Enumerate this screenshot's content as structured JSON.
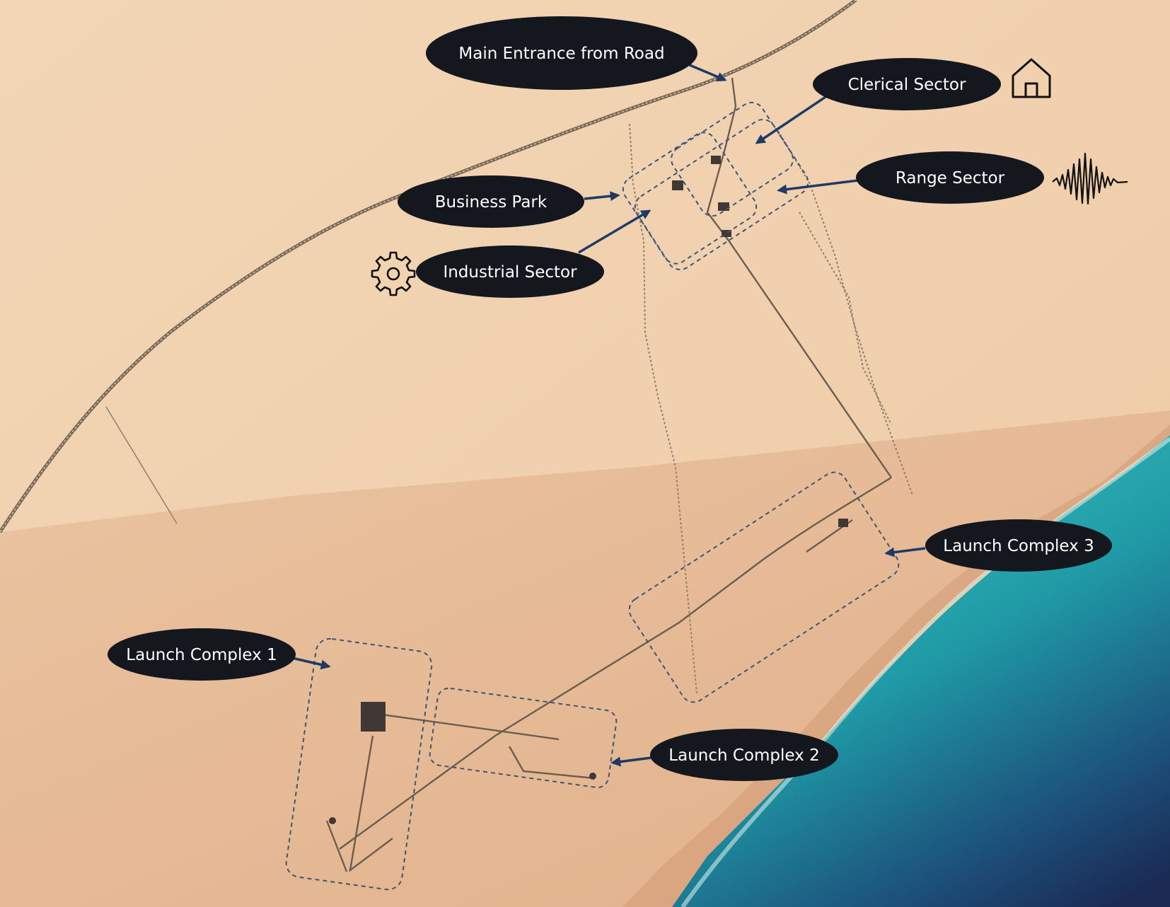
{
  "labels": {
    "main_entrance": "Main Entrance from Road",
    "clerical_sector": "Clerical Sector",
    "range_sector": "Range Sector",
    "business_park": "Business Park",
    "industrial_sector": "Industrial Sector",
    "launch_complex_3": "Launch Complex 3",
    "launch_complex_1": "Launch Complex 1",
    "launch_complex_2": "Launch Complex 2"
  },
  "icons": {
    "clerical_sector": "house-icon",
    "range_sector": "waveform-icon",
    "industrial_sector": "gear-icon"
  },
  "colors": {
    "sand_light": "#f1d3b2",
    "sand_dark": "#e3b794",
    "sea_shallow": "#2bb3b2",
    "sea_deep": "#1a2f5a",
    "label_fill": "#15171f",
    "label_text": "#ffffff",
    "arrow": "#1e3a66",
    "zone_outline": "#3d5677"
  }
}
